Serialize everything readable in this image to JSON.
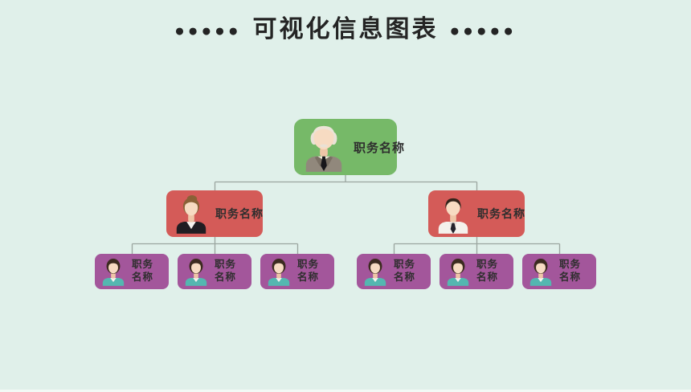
{
  "page": {
    "background_color": "#e0f0ea"
  },
  "title": {
    "dots_left": "●●●●●",
    "text": "可视化信息图表",
    "dots_right": "●●●●●",
    "text_color": "#242424"
  },
  "org_chart": {
    "connector_color": "#9aa59f",
    "root": {
      "label": "职务名称",
      "box_color": "#76b968",
      "avatar": "elderly-man-gray-suit"
    },
    "level2": [
      {
        "label": "职务名称",
        "box_color": "#d45b58",
        "avatar": "woman-bun-black-blazer",
        "position": "left"
      },
      {
        "label": "职务名称",
        "box_color": "#d45b58",
        "avatar": "man-white-shirt-black-tie",
        "position": "right"
      }
    ],
    "level3": [
      {
        "line1": "职务",
        "line2": "名称",
        "box_color": "#a3569b",
        "avatar": "woman-bob-teal-cardigan",
        "parent": "left"
      },
      {
        "line1": "职务",
        "line2": "名称",
        "box_color": "#a3569b",
        "avatar": "woman-bob-teal-cardigan",
        "parent": "left"
      },
      {
        "line1": "职务",
        "line2": "名称",
        "box_color": "#a3569b",
        "avatar": "woman-bob-teal-cardigan",
        "parent": "left"
      },
      {
        "line1": "职务",
        "line2": "名称",
        "box_color": "#a3569b",
        "avatar": "woman-bob-teal-cardigan",
        "parent": "right"
      },
      {
        "line1": "职务",
        "line2": "名称",
        "box_color": "#a3569b",
        "avatar": "woman-bob-teal-cardigan",
        "parent": "right"
      },
      {
        "line1": "职务",
        "line2": "名称",
        "box_color": "#a3569b",
        "avatar": "woman-bob-teal-cardigan",
        "parent": "right"
      }
    ]
  }
}
